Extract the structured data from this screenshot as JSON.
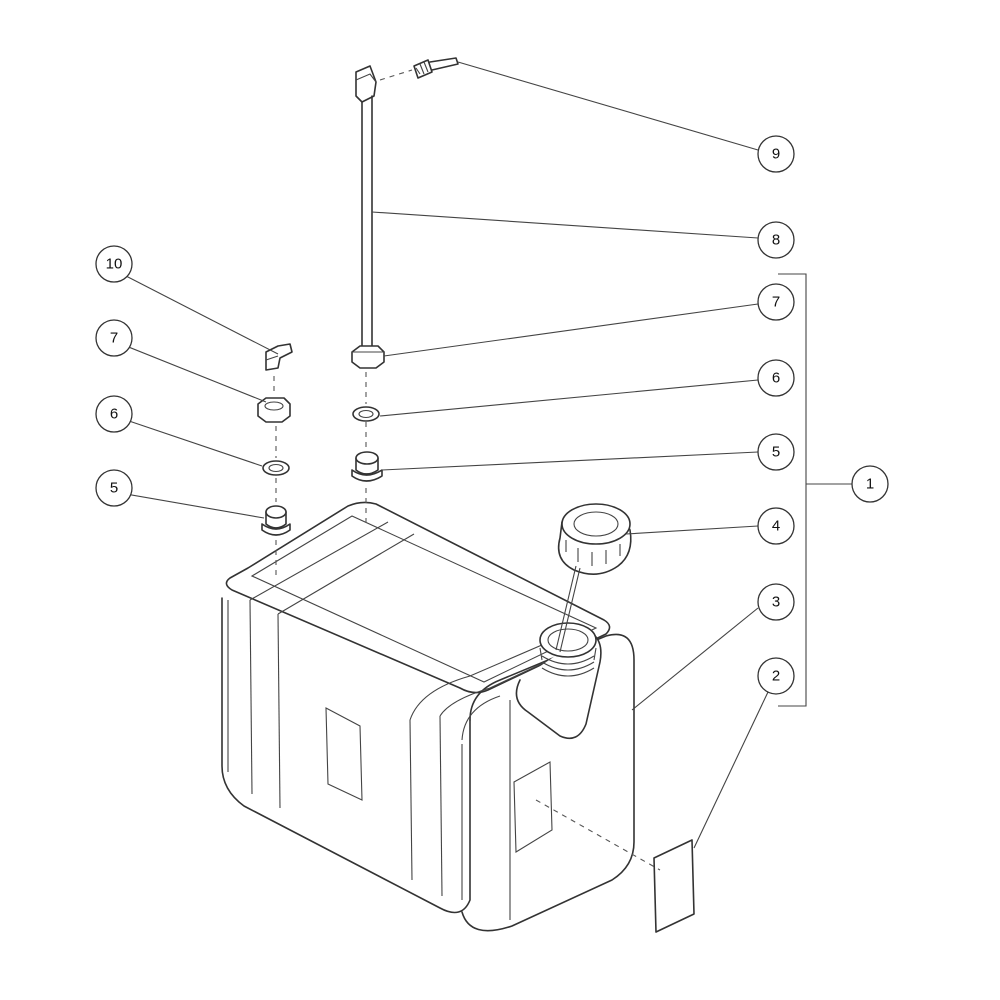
{
  "callouts": {
    "c1": "1",
    "c2": "2",
    "c3": "3",
    "c4": "4",
    "c5_left": "5",
    "c5_right": "5",
    "c6_left": "6",
    "c6_right": "6",
    "c7_left": "7",
    "c7_right": "7",
    "c8": "8",
    "c9": "9",
    "c10": "10"
  },
  "colors": {
    "line": "#333333",
    "background": "#ffffff"
  }
}
